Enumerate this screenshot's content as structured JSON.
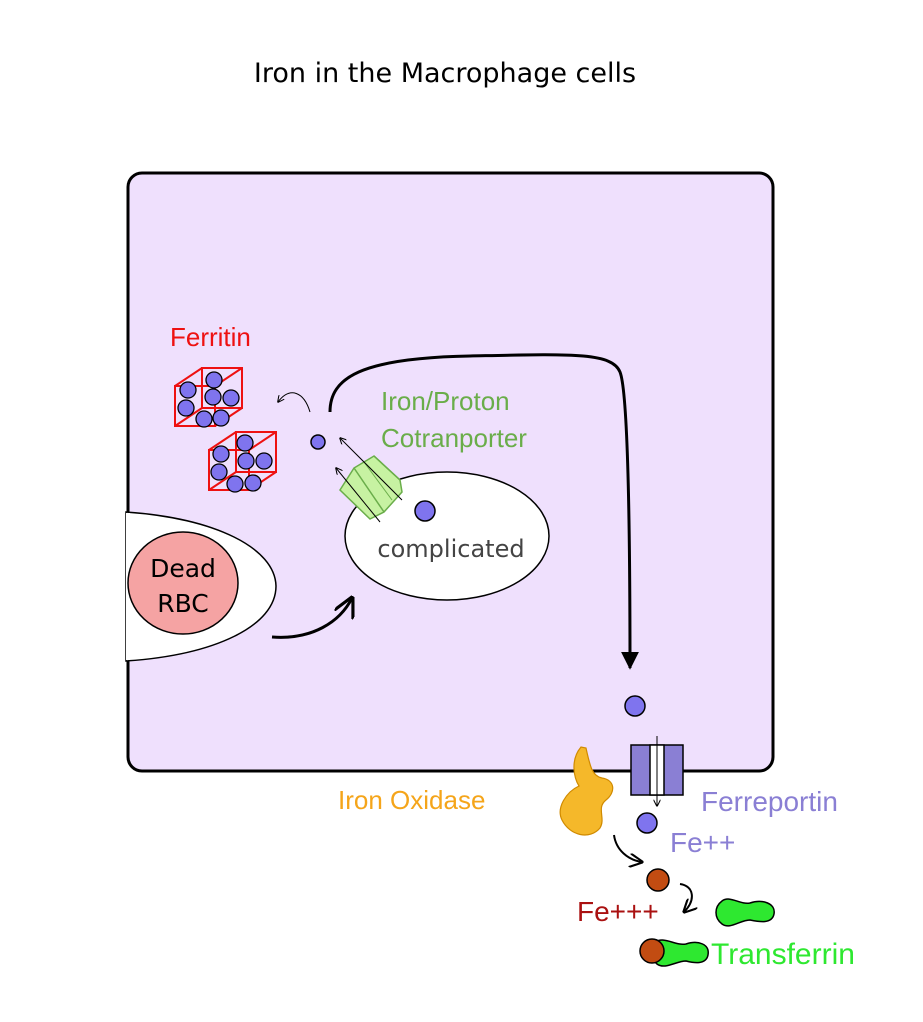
{
  "title": "Iron in the Macrophage cells",
  "labels": {
    "ferritin": "Ferritin",
    "cotransporter_line1": "Iron/Proton",
    "cotransporter_line2": "Cotranporter",
    "vesicle": "complicated",
    "rbc_line1": "Dead",
    "rbc_line2": "RBC",
    "oxidase": "Iron Oxidase",
    "ferreportin": "Ferreportin",
    "fe2": "Fe++",
    "fe3": "Fe+++",
    "transferrin": "Transferrin"
  },
  "colors": {
    "cell_fill": "#efe0fd",
    "ferritin_red": "#ee1111",
    "iron_blue": "#7f74ee",
    "cotransporter_green": "#6aad4a",
    "cotransporter_fill": "#c7f2a2",
    "oxidase_orange": "#f5a51a",
    "ferreportin_purple": "#8a7fd4",
    "fe3_red": "#aa1111",
    "transferrin_green": "#2ee830",
    "rbc_fill": "#f5a3a3"
  }
}
